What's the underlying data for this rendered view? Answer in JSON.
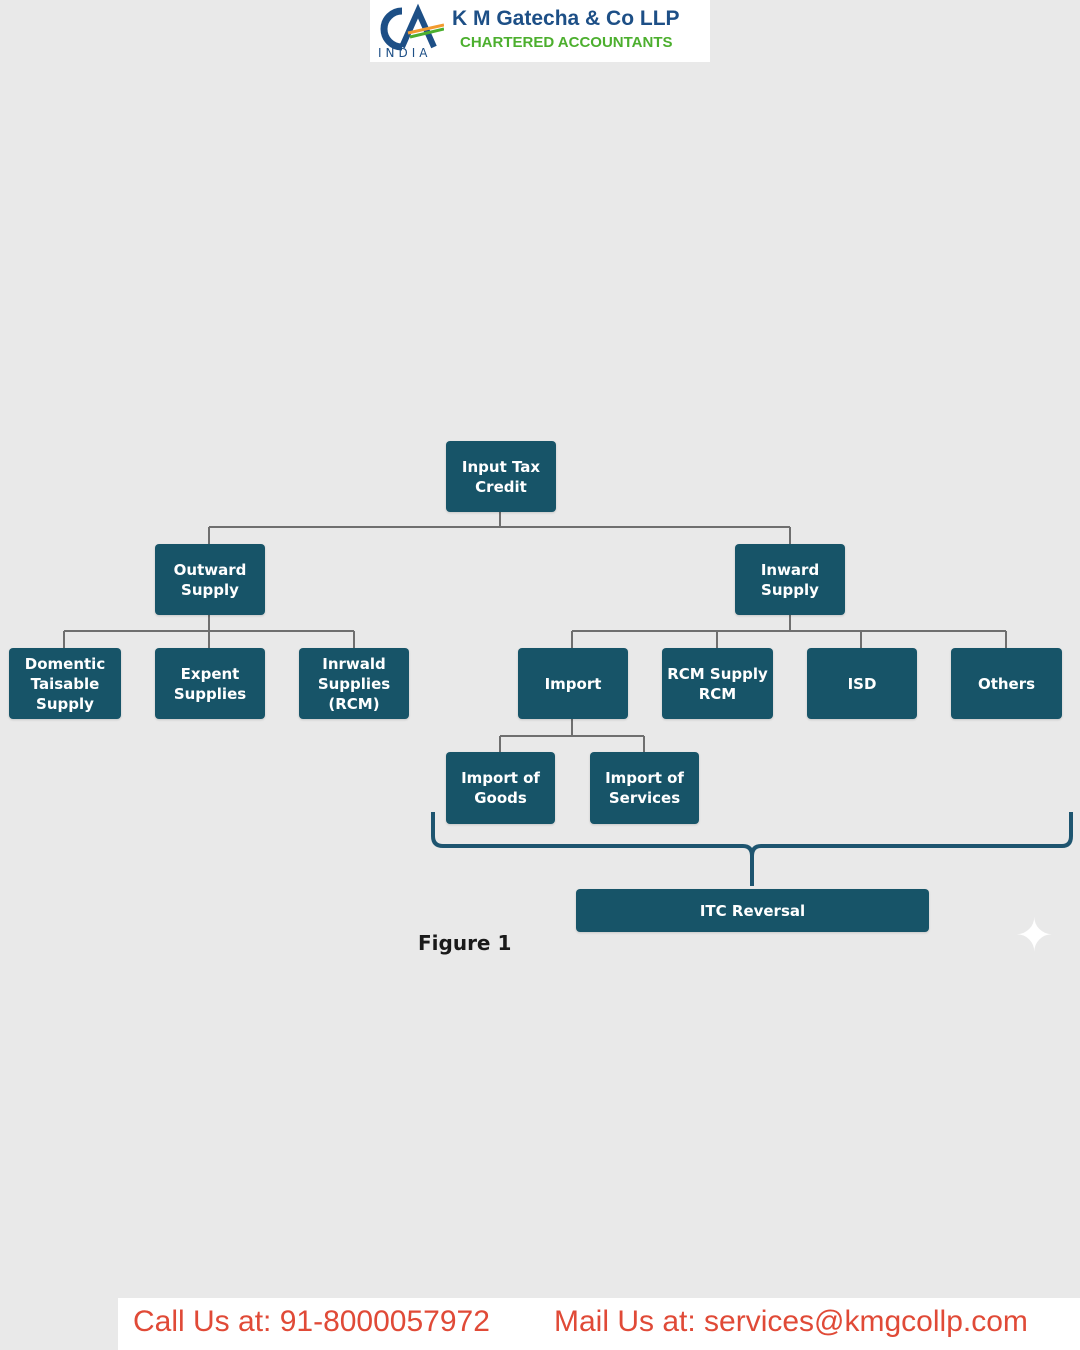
{
  "header": {
    "logo_mark": "CA",
    "logo_country": "INDIA",
    "firm_name": "K M Gatecha & Co LLP",
    "firm_tagline": "CHARTERED ACCOUNTANTS"
  },
  "diagram": {
    "root": "Input Tax\nCredit",
    "outward": "Outward\nSupply",
    "inward": "Inward\nSupply",
    "domestic": "Domentic\nTaisable\nSupply",
    "export": "Expent\nSupplies",
    "inward_rcm": "Inrwald\nSupplies\n(RCM)",
    "import": "Import",
    "rcm_supply": "RCM Supply\nRCM",
    "isd": "ISD",
    "others": "Others",
    "import_goods": "Import of\nGoods",
    "import_services": "Import of\nServices",
    "itc_reversal": "ITC Reversal",
    "caption": "Figure 1"
  },
  "colors": {
    "node": "#175468",
    "connector": "#6f6f6f",
    "brace": "#1e5570",
    "background": "#e9e9e9",
    "footer_text": "#e04a37"
  },
  "footer": {
    "call": "Call Us at: 91-8000057972",
    "mail": "Mail Us at: services@kmgcollp.com"
  }
}
